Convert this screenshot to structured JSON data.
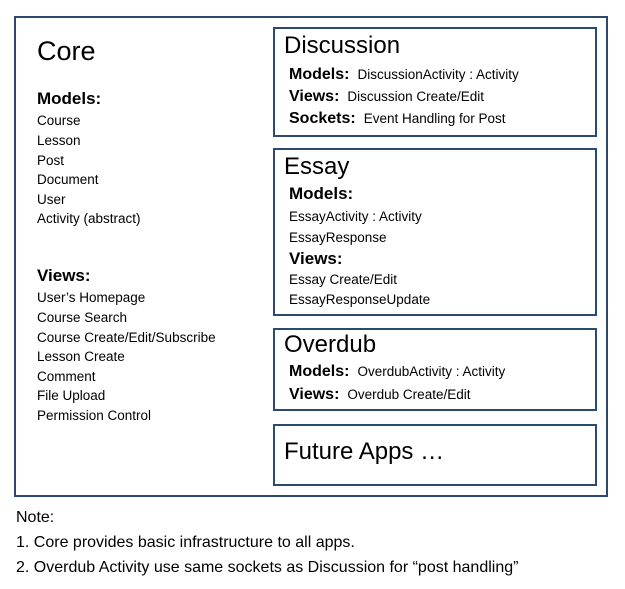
{
  "core": {
    "title": "Core",
    "models_heading": "Models:",
    "models": [
      "Course",
      "Lesson",
      "Post",
      "Document",
      "User",
      "Activity  (abstract)"
    ],
    "views_heading": "Views:",
    "views": [
      "User’s Homepage",
      "Course Search",
      "Course Create/Edit/Subscribe",
      "Lesson Create",
      "Comment",
      "File Upload",
      "Permission Control"
    ]
  },
  "discussion": {
    "title": "Discussion",
    "models_label": "Models:",
    "models_value": "DiscussionActivity : Activity",
    "views_label": "Views:",
    "views_value": "Discussion Create/Edit",
    "sockets_label": "Sockets:",
    "sockets_value": "Event Handling for Post"
  },
  "essay": {
    "title": "Essay",
    "models_label": "Models:",
    "models": [
      "EssayActivity : Activity",
      "EssayResponse"
    ],
    "views_label": "Views:",
    "views": [
      "Essay Create/Edit",
      "EssayResponseUpdate"
    ]
  },
  "overdub": {
    "title": "Overdub",
    "models_label": "Models:",
    "models_value": "OverdubActivity  : Activity",
    "views_label": "Views:",
    "views_value": "Overdub  Create/Edit"
  },
  "future": {
    "title": "Future Apps …"
  },
  "notes": {
    "heading": "Note:",
    "items": [
      "1. Core provides basic infrastructure to all apps.",
      "2. Overdub Activity use same sockets as Discussion for “post handling”"
    ]
  }
}
